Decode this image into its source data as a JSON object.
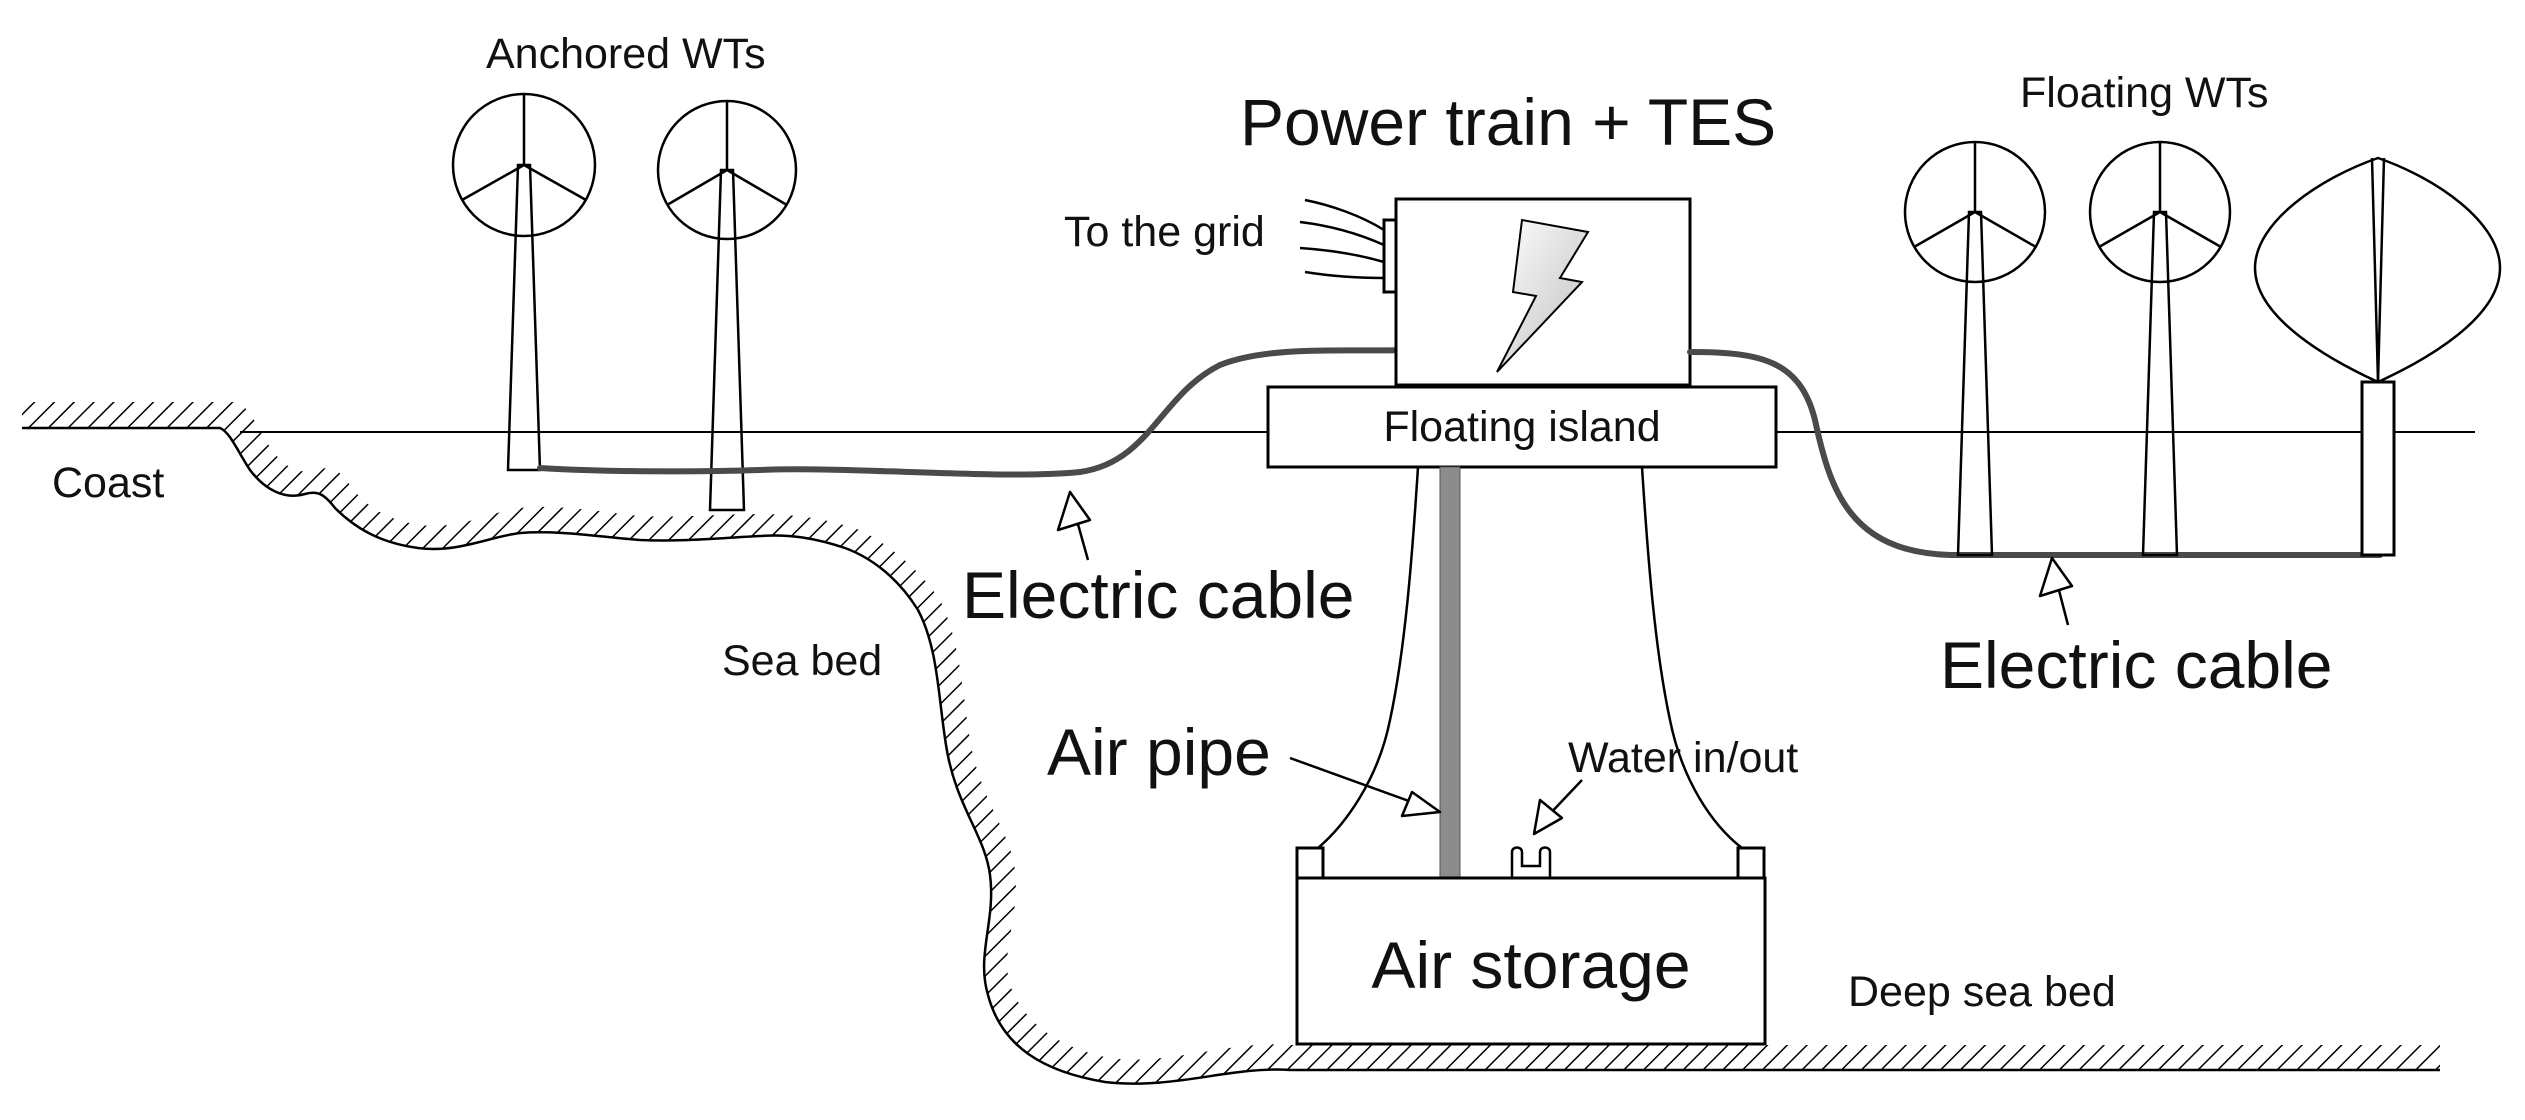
{
  "labels": {
    "anchored_wts": "Anchored WTs",
    "power_train": "Power train + TES",
    "floating_wts": "Floating WTs",
    "to_the_grid": "To the grid",
    "floating_island": "Floating island",
    "coast": "Coast",
    "electric_cable_left": "Electric cable",
    "electric_cable_right": "Electric cable",
    "sea_bed": "Sea bed",
    "air_pipe": "Air pipe",
    "water_in_out": "Water in/out",
    "air_storage": "Air storage",
    "deep_sea_bed": "Deep sea bed"
  },
  "colors": {
    "line": "#000000",
    "cable": "#4a4a4a",
    "air_pipe": "#8c8c8c",
    "background": "#ffffff"
  },
  "icons": {
    "power_unit": "lightning-bolt-icon"
  }
}
